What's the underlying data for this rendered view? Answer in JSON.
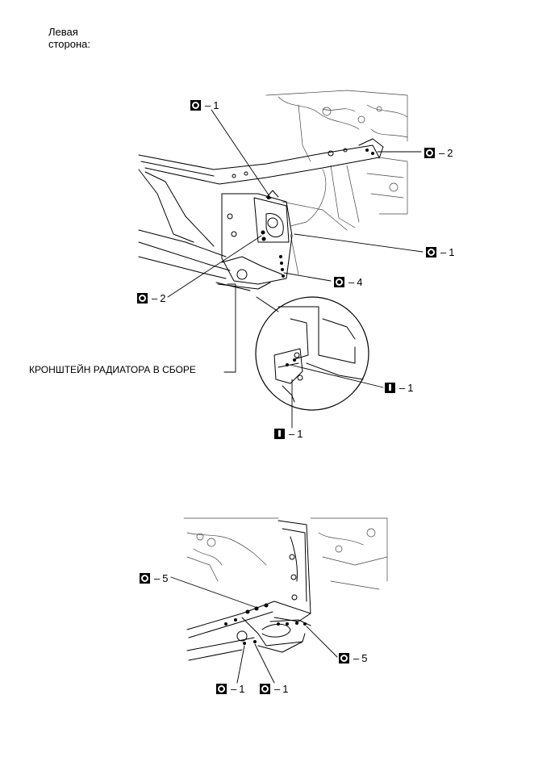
{
  "header": {
    "side_line1": "Левая",
    "side_line2": "сторона:"
  },
  "part_label": "КРОНШТЕЙН РАДИАТОРА В СБОРЕ",
  "callouts": [
    {
      "id": "c1",
      "symbol": "spot-weld",
      "num": "1"
    },
    {
      "id": "c2",
      "symbol": "spot-weld",
      "num": "2"
    },
    {
      "id": "c3",
      "symbol": "spot-weld",
      "num": "1"
    },
    {
      "id": "c4",
      "symbol": "spot-weld",
      "num": "4"
    },
    {
      "id": "c5",
      "symbol": "spot-weld",
      "num": "2"
    },
    {
      "id": "c6",
      "symbol": "plug-weld",
      "num": "1"
    },
    {
      "id": "c7",
      "symbol": "plug-weld",
      "num": "1"
    },
    {
      "id": "c8",
      "symbol": "spot-weld",
      "num": "5"
    },
    {
      "id": "c9",
      "symbol": "spot-weld",
      "num": "5"
    },
    {
      "id": "c10",
      "symbol": "spot-weld",
      "num": "1"
    },
    {
      "id": "c11",
      "symbol": "spot-weld",
      "num": "1"
    }
  ],
  "dash": "–"
}
